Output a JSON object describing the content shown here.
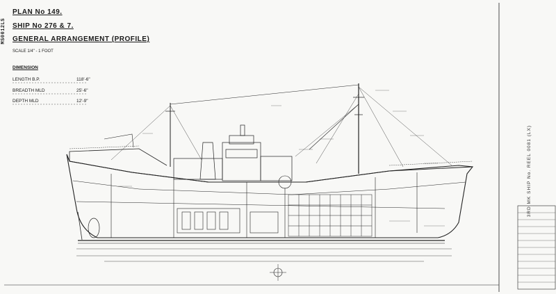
{
  "document": {
    "plan_no": "PLAN No 149.",
    "ship_no": "SHIP No 276 & 7.",
    "title": "GENERAL ARRANGEMENT (PROFILE)",
    "scale": "SCALE 1/4\" - 1 FOOT",
    "dimension_heading": "DIMENSION",
    "dimensions": [
      {
        "label": "LENGTH B.P.",
        "value": "118'-6\""
      },
      {
        "label": "BREADTH MLD",
        "value": "25'-6\""
      },
      {
        "label": "DEPTH MLD",
        "value": "12'-9\""
      }
    ],
    "side_id": "MS0012LS",
    "right_margin_note": "3RD MK SHIP No. REEL 0081 (LX)",
    "colors": {
      "paper": "#f8f8f6",
      "ink": "#1a1a1a"
    }
  }
}
